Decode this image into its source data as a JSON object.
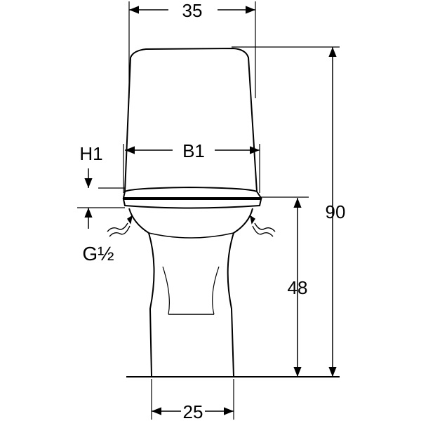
{
  "dimensions": {
    "width_top": "35",
    "seat_width": "B1",
    "seat_height_offset": "H1",
    "inlet_thread": "G½",
    "total_height": "90",
    "seat_height": "48",
    "base_width": "25"
  },
  "colors": {
    "line": "#000000",
    "background": "#ffffff"
  }
}
